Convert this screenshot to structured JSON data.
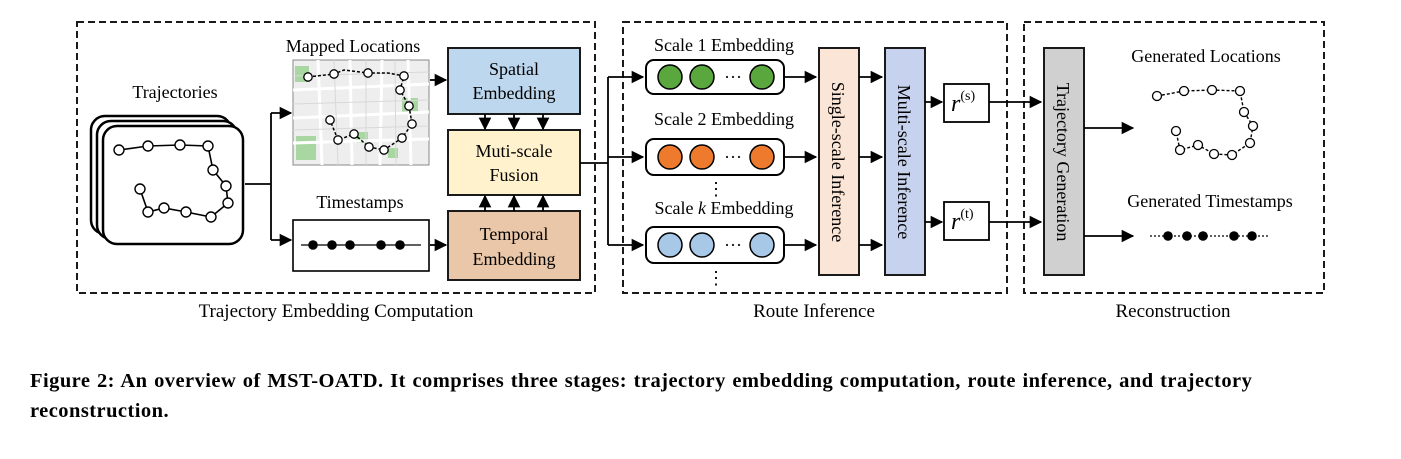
{
  "stages": {
    "embedding": "Trajectory Embedding Computation",
    "inference": "Route Inference",
    "reconstruction": "Reconstruction"
  },
  "inputs": {
    "trajectories": "Trajectories",
    "mapped_locations": "Mapped Locations",
    "timestamps": "Timestamps"
  },
  "modules": {
    "spatial": [
      "Spatial",
      "Embedding"
    ],
    "fusion": [
      "Muti-scale",
      "Fusion"
    ],
    "temporal": [
      "Temporal",
      "Embedding"
    ],
    "single_scale": "Single-scale Inference",
    "multi_scale": "Multi-scale Inference",
    "generation": "Trajectory Generation"
  },
  "scales": [
    {
      "prefix": "Scale 1",
      "suffix": "Embedding",
      "color": "#5aa73d"
    },
    {
      "prefix": "Scale 2",
      "suffix": "Embedding",
      "color": "#ee7b2d"
    },
    {
      "prefix": "Scale ",
      "var": "k",
      "suffix": " Embedding",
      "color": "#a8c8e8"
    }
  ],
  "outputs": {
    "r_base": "r",
    "r_spatial_sup": "(s)",
    "r_temporal_sup": "(t)",
    "generated_locations": "Generated Locations",
    "generated_timestamps": "Generated Timestamps"
  },
  "symbols": {
    "ellipsis_h": "···",
    "ellipsis_v": "⋮"
  },
  "colors": {
    "spatial": "#bdd7ee",
    "fusion": "#fff2cc",
    "temporal": "#eac7a8",
    "single_scale": "#fbe5d6",
    "multi_scale": "#c7d3ee",
    "generation": "#d0d0d0",
    "map_green": "#a9d7a2"
  },
  "caption": "Figure 2: An overview of MST-OATD. It comprises three stages: trajectory embedding computation, route inference, and trajectory reconstruction."
}
